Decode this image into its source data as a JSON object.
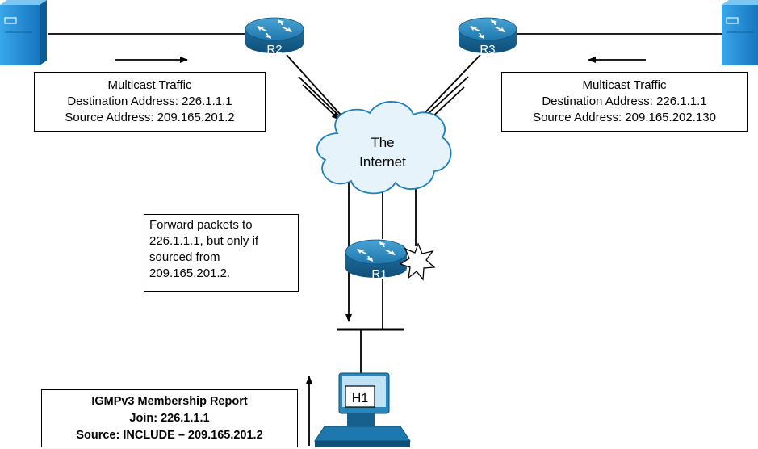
{
  "routers": {
    "r2": {
      "label": "R2"
    },
    "r3": {
      "label": "R3"
    },
    "r1": {
      "label": "R1"
    }
  },
  "cloud": {
    "line1": "The",
    "line2": "Internet"
  },
  "host": {
    "label": "H1"
  },
  "left_traffic": {
    "line1": "Multicast Traffic",
    "line2": "Destination Address: 226.1.1.1",
    "line3": "Source Address: 209.165.201.2"
  },
  "right_traffic": {
    "line1": "Multicast Traffic",
    "line2": "Destination Address: 226.1.1.1",
    "line3": "Source Address: 209.165.202.130"
  },
  "forward_note": {
    "line1": "Forward packets to",
    "line2": "226.1.1.1, but only if",
    "line3": "sourced from",
    "line4": "209.165.201.2."
  },
  "igmp_report": {
    "line1": "IGMPv3 Membership Report",
    "line2": "Join: 226.1.1.1",
    "line3": "Source: INCLUDE – 209.165.201.2"
  },
  "colors": {
    "router_blue": "#2a86b8",
    "cloud_blue": "#e6f3fb",
    "server_blue": "#1f8fd6",
    "line": "#000000"
  }
}
